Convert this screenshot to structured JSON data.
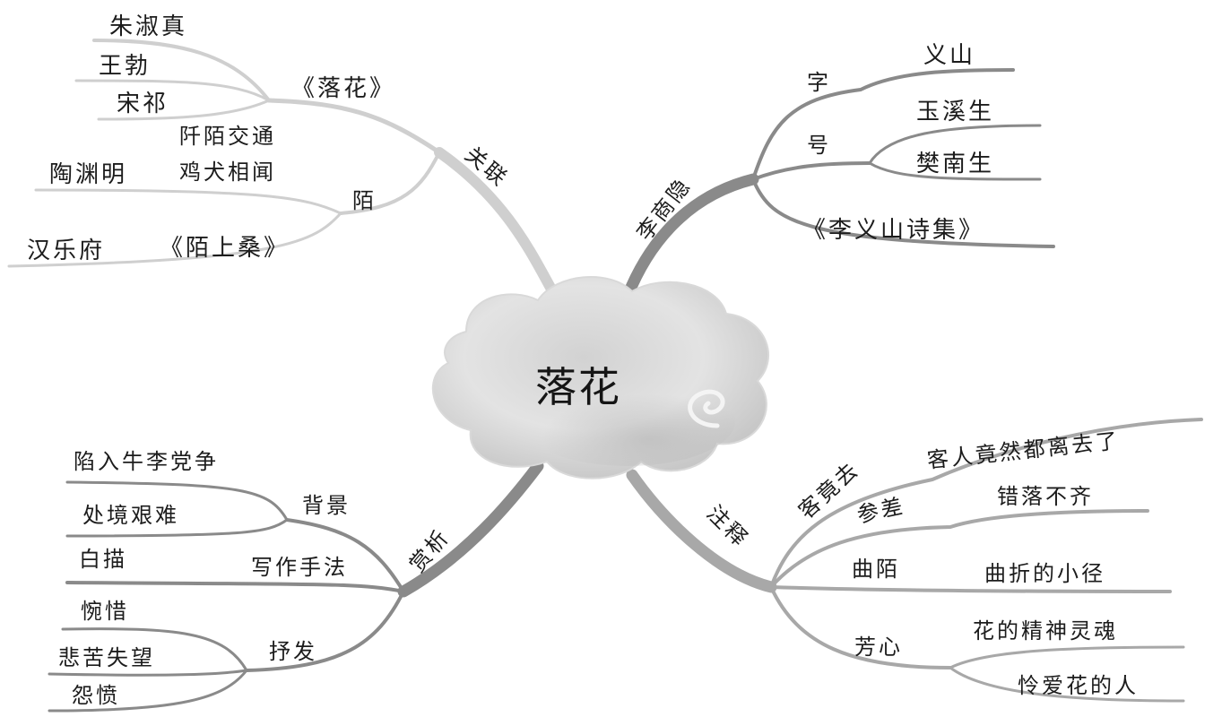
{
  "root": "落花",
  "branches": {
    "guanlian": {
      "label": "关联",
      "luohua": {
        "label": "《落花》",
        "children": [
          "朱淑真",
          "王勃",
          "宋祁"
        ]
      },
      "mo": {
        "label": "陌",
        "children": [
          "阡陌交通",
          "鸡犬相闻",
          "陶渊明",
          "《陌上桑》",
          "汉乐府"
        ]
      }
    },
    "lishangyin": {
      "label": "李商隐",
      "zi": {
        "label": "字",
        "children": [
          "义山"
        ]
      },
      "hao": {
        "label": "号",
        "children": [
          "玉溪生",
          "樊南生"
        ]
      },
      "work": "《李义山诗集》"
    },
    "shangxi": {
      "label": "赏析",
      "beijing": {
        "label": "背景",
        "children": [
          "陷入牛李党争",
          "处境艰难"
        ]
      },
      "xiezuo": {
        "label": "写作手法",
        "children": [
          "白描"
        ]
      },
      "shufa": {
        "label": "抒发",
        "children": [
          "惋惜",
          "悲苦失望",
          "怨愤"
        ]
      }
    },
    "zhushi": {
      "label": "注释",
      "items": [
        {
          "term": "客竟去",
          "meaning": "客人竟然都离去了"
        },
        {
          "term": "参差",
          "meaning": "错落不齐"
        },
        {
          "term": "曲陌",
          "meaning": "曲折的小径"
        },
        {
          "term": "芳心",
          "meanings": [
            "花的精神灵魂",
            "怜爱花的人"
          ]
        }
      ]
    }
  },
  "colors": {
    "branch_light": "#cfcfcf",
    "branch_mid": "#a8a8a8",
    "branch_dark": "#8a8a8a",
    "text": "#1c1c1c"
  }
}
